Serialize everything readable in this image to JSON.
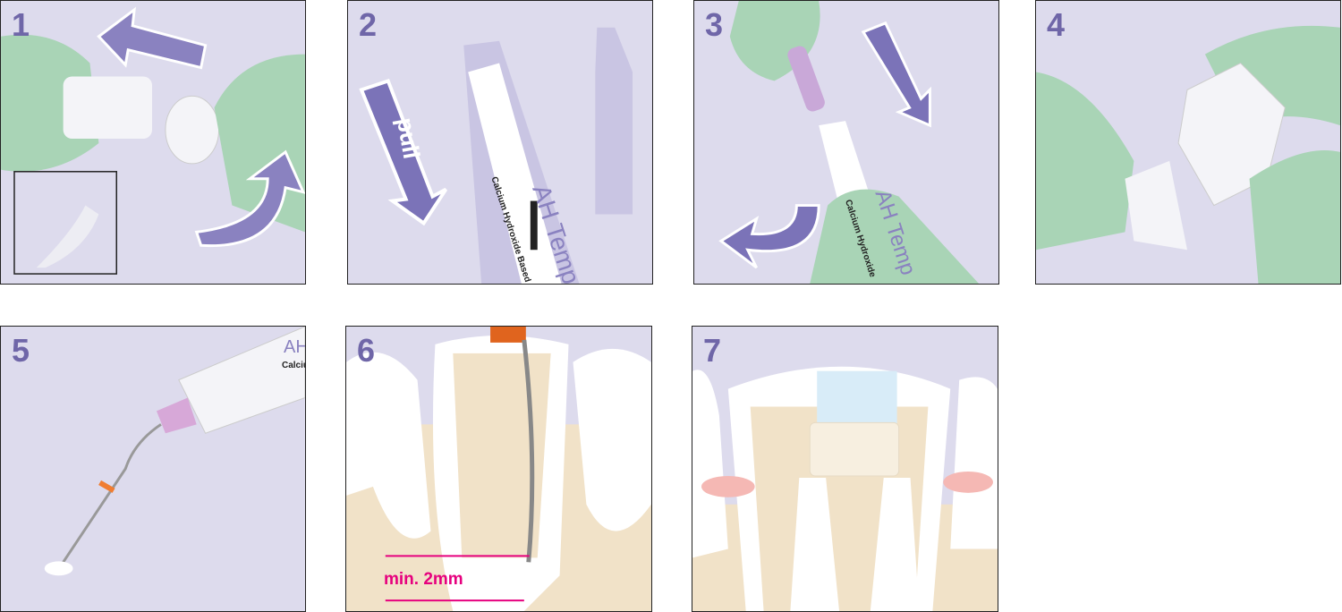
{
  "steps": [
    {
      "number": "1"
    },
    {
      "number": "2",
      "arrow_label": "pull",
      "brand": "AH Temp",
      "product_line": "Calcium Hydroxide Based"
    },
    {
      "number": "3",
      "brand": "AH Temp",
      "product_line": "Calcium Hydroxide"
    },
    {
      "number": "4"
    },
    {
      "number": "5",
      "brand": "AH",
      "product_line": "Calcium"
    },
    {
      "number": "6",
      "measurement": "min. 2mm"
    },
    {
      "number": "7"
    }
  ],
  "colors": {
    "background": "#dddbed",
    "step_number": "#6f66a8",
    "glove": "#a9d4b6",
    "measure": "#e6007e",
    "arrow": "#7b73b8"
  }
}
